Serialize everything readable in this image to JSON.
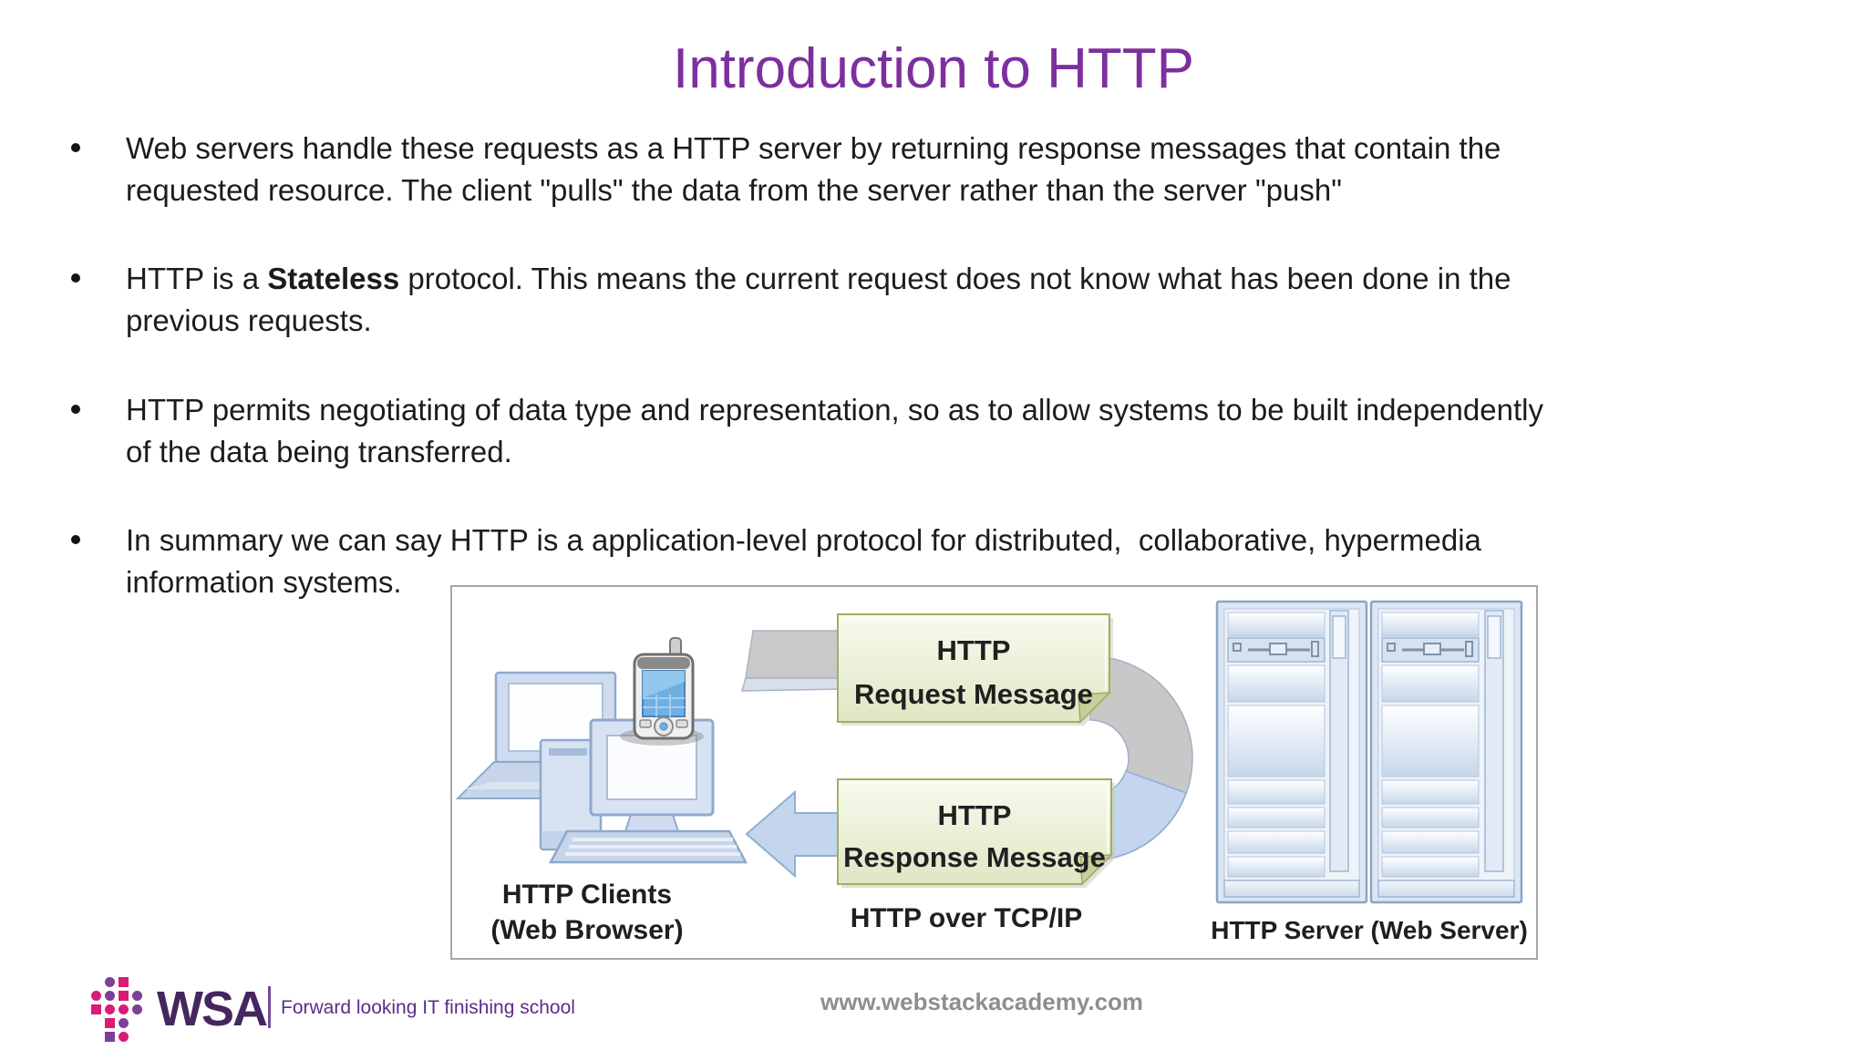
{
  "slide": {
    "title": "Introduction to HTTP",
    "bullets": [
      {
        "lines": [
          "Web servers handle these requests as a HTTP server by returning response messages that contain the",
          "requested resource. The client \"pulls\" the data from the server rather than the server \"push\""
        ]
      },
      {
        "prefix": "HTTP is a ",
        "bold": "Stateless",
        "suffix": " protocol. This means the current request does not know what has been done in the",
        "line2": "previous requests."
      },
      {
        "lines": [
          "HTTP permits negotiating of data type and representation, so as to allow systems to be built independently",
          "of the data being transferred."
        ]
      },
      {
        "lines": [
          "In summary we can say HTTP is a application-level protocol for distributed,  collaborative, hypermedia",
          "information systems."
        ]
      }
    ]
  },
  "diagram": {
    "request_box": {
      "line1": "HTTP",
      "line2": "Request Message"
    },
    "response_box": {
      "line1": "HTTP",
      "line2": "Response Message"
    },
    "clients_label": {
      "line1": "HTTP Clients",
      "line2": "(Web Browser)"
    },
    "transport_label": "HTTP over TCP/IP",
    "server_label": "HTTP Server (Web Server)"
  },
  "footer": {
    "logo_text": "WSA",
    "tagline": "Forward looking IT finishing school",
    "website": "www.webstackacademy.com"
  },
  "colors": {
    "title_purple": "#7d2f9e",
    "message_box_fill": "#eef3d9",
    "message_box_border": "#a3ad63",
    "ribbon_gray": "#c8c8c8",
    "ribbon_blue": "#c3d6ee",
    "device_blue": "#d7e2f2",
    "device_border": "#8fa9cc",
    "logo_magenta": "#d91c75",
    "logo_purple": "#7d3f98",
    "logo_dark_purple": "#46265e",
    "website_gray": "#8e8e8e"
  }
}
